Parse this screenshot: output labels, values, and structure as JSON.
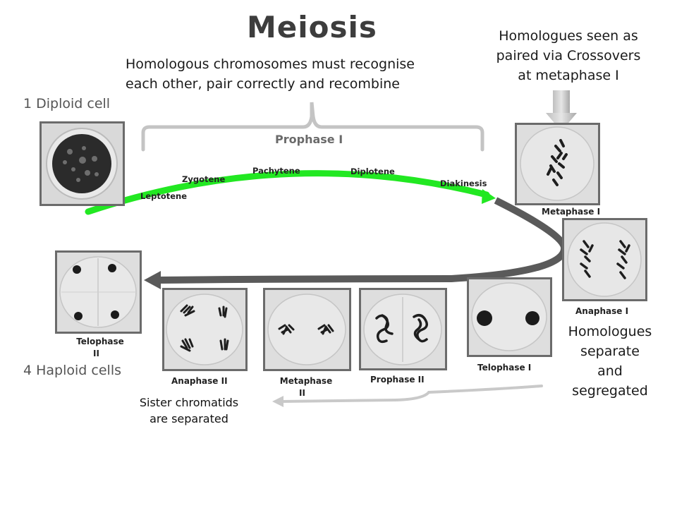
{
  "title": "Meiosis",
  "subtitle_lines": [
    "Homologous chromosomes must recognise",
    "each other, pair correctly and recombine"
  ],
  "crossover_note_lines": [
    "Homologues seen as",
    "paired via Crossovers",
    "at metaphase I"
  ],
  "diploid_label": "1 Diploid cell",
  "haploid_label": "4 Haploid cells",
  "prophase_label": "Prophase I",
  "substages": [
    "Leptotene",
    "Zygotene",
    "Pachytene",
    "Diplotene",
    "Diakinesis"
  ],
  "stages": {
    "metaphase1": "Metaphase I",
    "anaphase1": "Anaphase I",
    "telophase1": "Telophase I",
    "prophase2": "Prophase II",
    "metaphase2_lines": [
      "Metaphase",
      "II"
    ],
    "anaphase2": "Anaphase II",
    "telophase2_lines": [
      "Telophase",
      "II"
    ]
  },
  "homologues_note_lines": [
    "Homologues",
    "separate",
    "and",
    "segregated"
  ],
  "sister_note_lines": [
    "Sister chromatids",
    "are separated"
  ],
  "colors": {
    "green_arrow": "#22e822",
    "dark_arrow": "#5a5a5a",
    "bracket": "#c4c4c4",
    "frame": "#6b6b6b"
  }
}
